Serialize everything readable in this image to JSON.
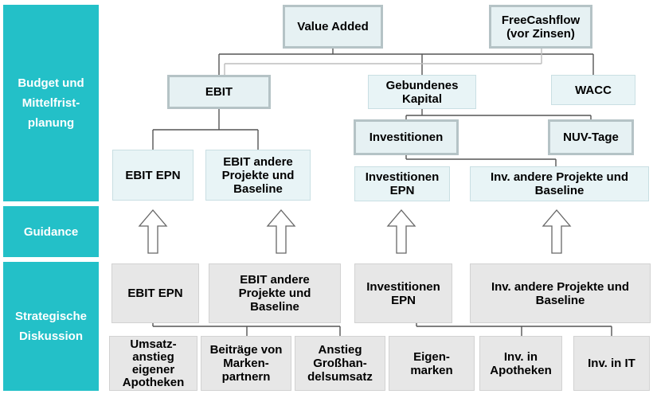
{
  "bands": {
    "budget": "Budget und\nMittelfrist-\nplanung",
    "guidance": "Guidance",
    "strategic": "Strategische\nDiskussion"
  },
  "top": {
    "value_added": "Value Added",
    "free_cashflow": "FreeCashflow\n(vor Zinsen)",
    "ebit": "EBIT",
    "gebundenes_kapital": "Gebundenes\nKapital",
    "wacc": "WACC",
    "investitionen": "Investitionen",
    "nuv_tage": "NUV-Tage"
  },
  "budget_row": {
    "ebit_epn": "EBIT EPN",
    "ebit_andere": "EBIT andere\nProjekte und\nBaseline",
    "invest_epn": "Investitionen\nEPN",
    "inv_andere": "Inv. andere Projekte und\nBaseline"
  },
  "strategic_row": {
    "ebit_epn": "EBIT EPN",
    "ebit_andere": "EBIT andere\nProjekte und\nBaseline",
    "invest_epn": "Investitionen\nEPN",
    "inv_andere": "Inv. andere Projekte und\nBaseline"
  },
  "bottom_row": {
    "umsatz": "Umsatz-\nanstieg\neigener\nApotheken",
    "beitraege": "Beiträge von\nMarken-\npartnern",
    "anstieg": "Anstieg\nGroßhan-\ndelsumsatz",
    "eigenmarken": "Eigen-\nmarken",
    "inv_apotheken": "Inv. in\nApotheken",
    "inv_it": "Inv. in IT"
  }
}
